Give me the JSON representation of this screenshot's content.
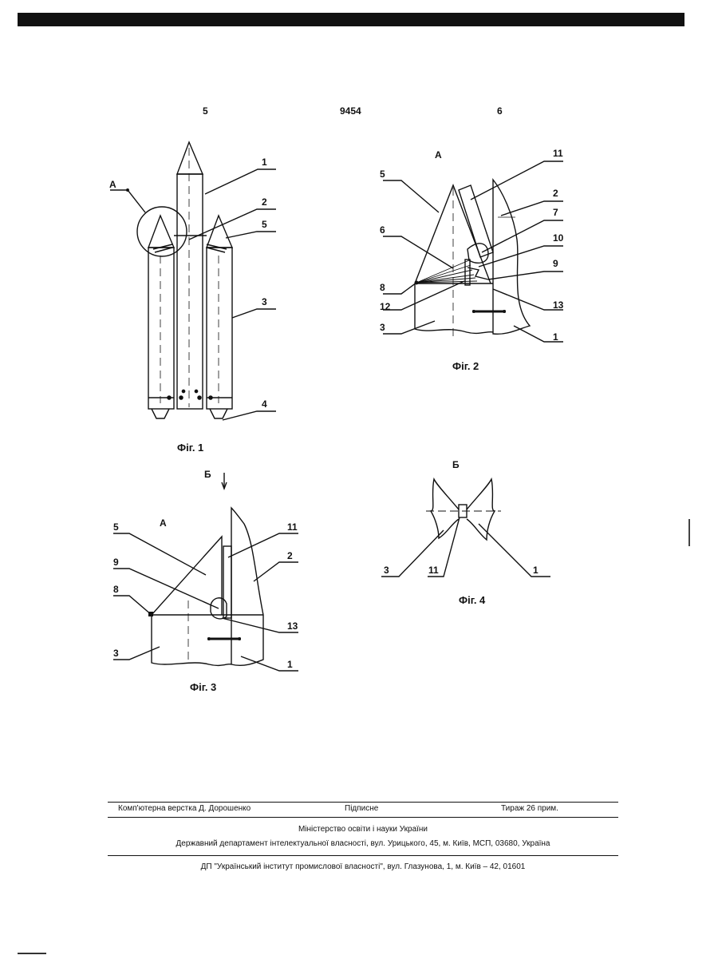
{
  "header": {
    "page_left": "5",
    "doc_number": "9454",
    "page_right": "6"
  },
  "figures": {
    "fig1": {
      "caption": "Фіг. 1",
      "detail_label": "А",
      "callouts": [
        "1",
        "2",
        "5",
        "3",
        "4"
      ]
    },
    "fig2": {
      "caption": "Фіг. 2",
      "view_label": "А",
      "callouts_left": [
        "5",
        "6",
        "8",
        "12",
        "3"
      ],
      "callouts_right": [
        "11",
        "2",
        "7",
        "10",
        "9",
        "13",
        "1"
      ]
    },
    "fig3": {
      "caption": "Фіг. 3",
      "view_label": "А",
      "section_label": "Б",
      "callouts_left": [
        "5",
        "9",
        "8",
        "3"
      ],
      "callouts_right": [
        "11",
        "2",
        "13",
        "1"
      ]
    },
    "fig4": {
      "caption": "Фіг. 4",
      "view_label": "Б",
      "callouts": [
        "3",
        "11",
        "1"
      ]
    }
  },
  "footer": {
    "typesetter": "Комп'ютерна верстка Д. Дорошенко",
    "subscription": "Підписне",
    "circulation": "Тираж 26 прим.",
    "ministry": "Міністерство освіти і науки України",
    "department": "Державний департамент інтелектуальної власності, вул. Урицького, 45, м. Київ, МСП, 03680, Україна",
    "institute": "ДП \"Український інститут промислової власності\", вул. Глазунова, 1, м. Київ – 42, 01601"
  }
}
